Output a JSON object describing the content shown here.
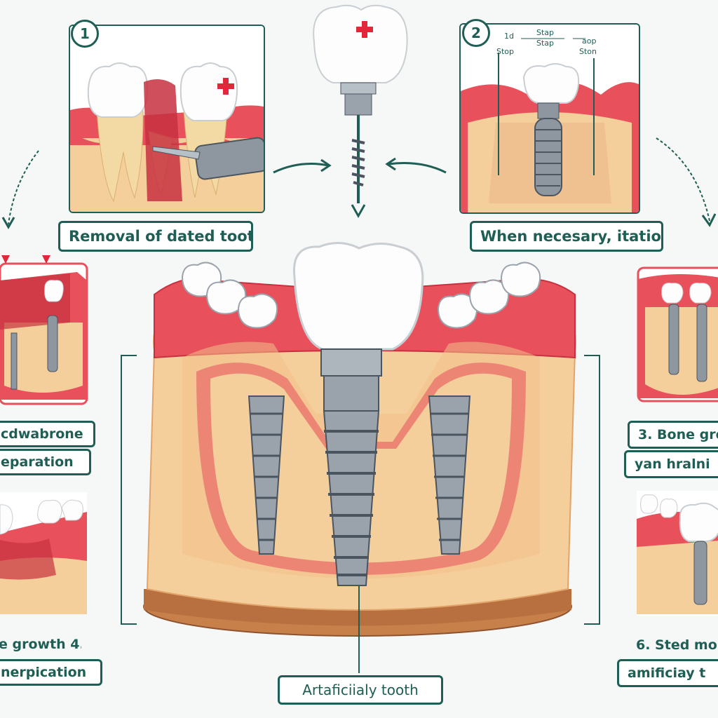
{
  "steps": {
    "s1": {
      "number": "1",
      "label": "Removal of dated tooth"
    },
    "s2": {
      "number": "2",
      "label": "When necesary, itation",
      "annot": [
        "1d",
        "Stap",
        "Stap",
        "aop",
        "Stop",
        "Ston"
      ]
    },
    "left_mid": {
      "line1": "cdwabrone",
      "line2": "eparation"
    },
    "right_mid": {
      "line1": "3. Bone gro",
      "line2": "yan hralni"
    },
    "left_low": {
      "line1": "e growth 4.",
      "line2": "nerpication"
    },
    "right_low": {
      "line1": "6. Sted mo",
      "line2": "amificiay t"
    },
    "center": {
      "label": "Artaficiialy tooth"
    }
  },
  "colors": {
    "gum": "#e8505c",
    "gum_dark": "#c7313f",
    "bone": "#f4cf9c",
    "bone_dark": "#e2a46a",
    "tooth": "#fdfdfd",
    "metal": "#9aa3ab",
    "border": "#1f5e55",
    "accent_red": "#e0283a",
    "base": "#c8804a"
  },
  "icons": [
    "crown-icon",
    "implant-screw-icon",
    "drill-tool-icon",
    "arrow-icon"
  ]
}
